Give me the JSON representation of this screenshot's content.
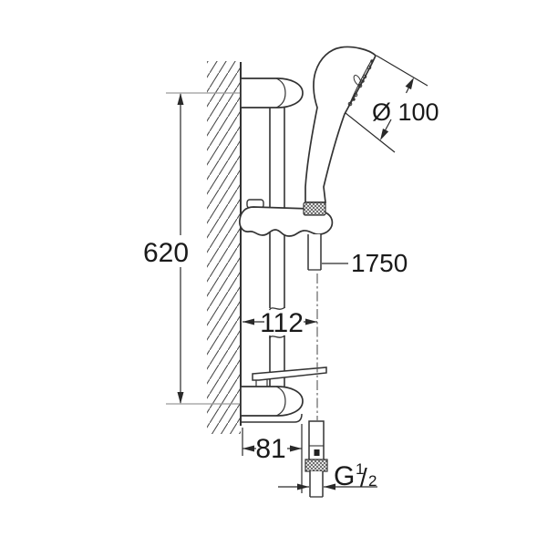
{
  "drawing": {
    "background": "#ffffff",
    "line_color": "#2f2f2f",
    "extension_line_color": "#9a9a9a",
    "text_color": "#1a1a1a"
  },
  "dimensions": {
    "rail_height": "620",
    "head_diameter": "Ø 100",
    "hose_length": "1750",
    "wall_to_hose_center": "112",
    "wall_to_rail": "81",
    "thread_prefix": "G",
    "thread_numerator": "1",
    "thread_slash": "/",
    "thread_denominator": "2"
  }
}
